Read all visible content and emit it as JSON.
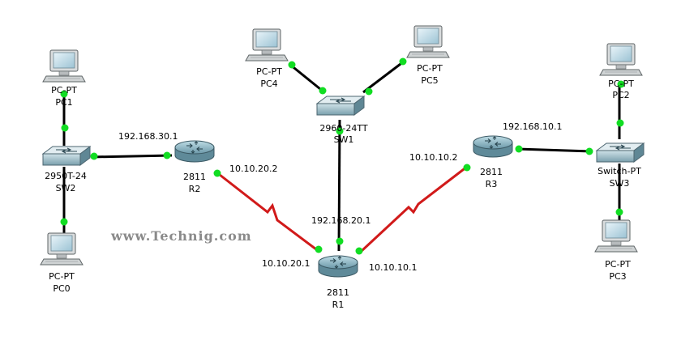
{
  "watermark": "www.Technig.com",
  "colors": {
    "ethernet": "#000000",
    "serial": "#d11a1a",
    "port": "#11dd22"
  },
  "devices": {
    "pc1": {
      "model": "PC-PT",
      "name": "PC1",
      "icon": "pc-icon"
    },
    "pc0": {
      "model": "PC-PT",
      "name": "PC0",
      "icon": "pc-icon"
    },
    "pc4": {
      "model": "PC-PT",
      "name": "PC4",
      "icon": "pc-icon"
    },
    "pc5": {
      "model": "PC-PT",
      "name": "PC5",
      "icon": "pc-icon"
    },
    "pc2": {
      "model": "PC-PT",
      "name": "PC2",
      "icon": "pc-icon"
    },
    "pc3": {
      "model": "PC-PT",
      "name": "PC3",
      "icon": "pc-icon"
    },
    "sw2": {
      "model": "2950T-24",
      "name": "SW2",
      "icon": "switch-icon"
    },
    "sw1": {
      "model": "2960-24TT",
      "name": "SW1",
      "icon": "switch-icon"
    },
    "sw3": {
      "model": "Switch-PT",
      "name": "SW3",
      "icon": "switch-icon"
    },
    "r2": {
      "model": "2811",
      "name": "R2",
      "icon": "router-icon"
    },
    "r1": {
      "model": "2811",
      "name": "R1",
      "icon": "router-icon"
    },
    "r3": {
      "model": "2811",
      "name": "R3",
      "icon": "router-icon"
    }
  },
  "ip_labels": {
    "r2_lan": "192.168.30.1",
    "r2_serial": "10.10.20.2",
    "r3_lan": "192.168.10.1",
    "r3_serial": "10.10.10.2",
    "r1_lan": "192.168.20.1",
    "r1_serial_r2": "10.10.20.1",
    "r1_serial_r3": "10.10.10.1"
  }
}
